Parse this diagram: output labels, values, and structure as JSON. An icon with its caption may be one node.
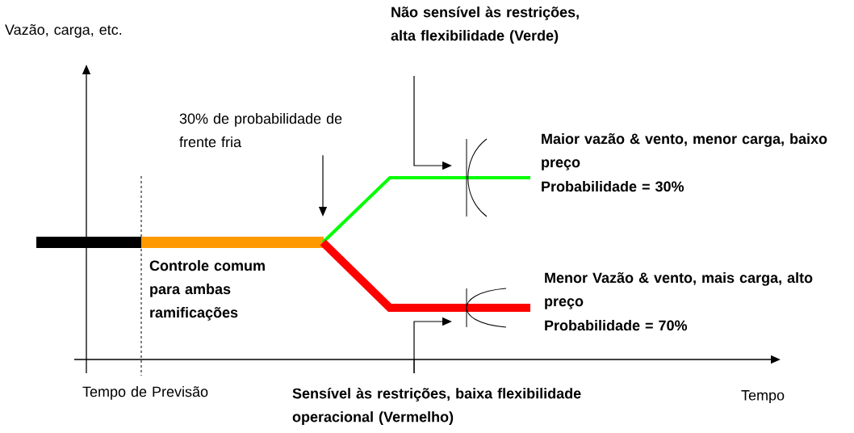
{
  "diagram": {
    "nodes": [
      {
        "text": [
          "Não sensível às restrições, alta flexibilidade (Verde)"
        ]
      },
      {
        "text": [
          "30% de probabilidade de frente fria"
        ]
      },
      {
        "text": [
          "Sensível às restrições, baixa flexibilidade operacional (Vermelho)"
        ]
      }
    ],
    "edges": [
      {
        "from": 0,
        "to": null,
        "arrow": "to"
      },
      {
        "from": 1,
        "to": null,
        "arrow": "to"
      },
      {
        "from": 2,
        "to": null,
        "arrow": "to"
      }
    ],
    "labels": [
      "Vazão, carga, etc.",
      "Controle comum para ambas ramificações",
      "Maior vazão & vento, menor carga, baixo preço",
      "Probabilidade = 30%",
      "Menor Vazão & vento, mais carga, alto preço",
      "Probabilidade = 70%",
      "Tempo de Previsão",
      "Tempo"
    ]
  }
}
